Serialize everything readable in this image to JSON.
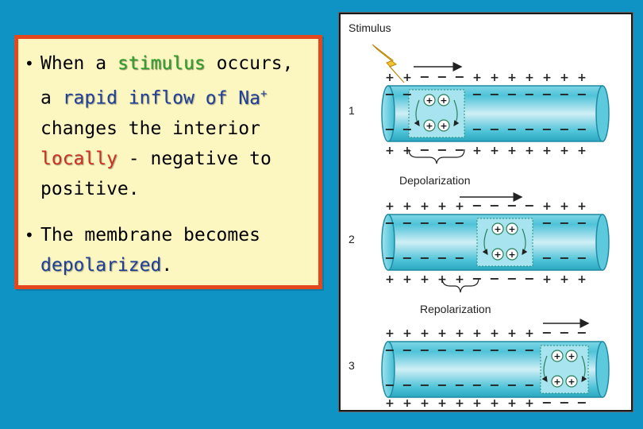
{
  "left_panel": {
    "bullet1": {
      "marker": "•",
      "t1": "When a ",
      "stimulus": "stimulus",
      "t2": " occurs, a ",
      "rapid_inflow": "rapid inflow",
      "t3": " ",
      "of_na": "of Na",
      "na_sup": "+",
      "t4": " changes the interior ",
      "locally": "locally",
      "t5": " - negative to positive."
    },
    "bullet2": {
      "marker": "•",
      "t1": "The membrane becomes ",
      "depolarized": "depolarized",
      "t2": "."
    }
  },
  "figure": {
    "stimulus_label": "Stimulus",
    "depolarization_label": "Depolarization",
    "repolarization_label": "Repolarization",
    "steps": [
      "1",
      "2",
      "3"
    ],
    "plus": "+",
    "minus": "−"
  }
}
